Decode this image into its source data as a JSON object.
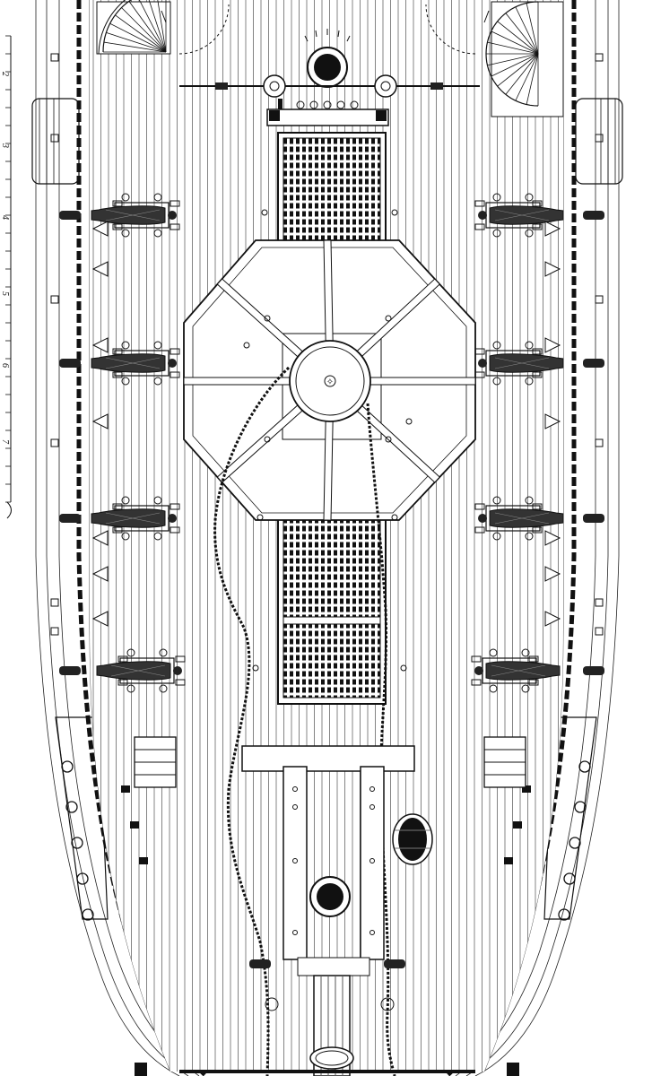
{
  "drawing": {
    "subject": "ship-deck-plan",
    "ink_color": "#111111",
    "paper_color": "#ffffff"
  },
  "scale_bar": {
    "labels": [
      "2",
      "3",
      "4",
      "5",
      "6",
      "7"
    ]
  },
  "equipment": {
    "cannons_per_side": 4,
    "gratings": 2,
    "spiral_stairs": 2,
    "hatch_openings": 2,
    "capstan_bars": 8,
    "ladders": 2,
    "barrel": 1
  }
}
